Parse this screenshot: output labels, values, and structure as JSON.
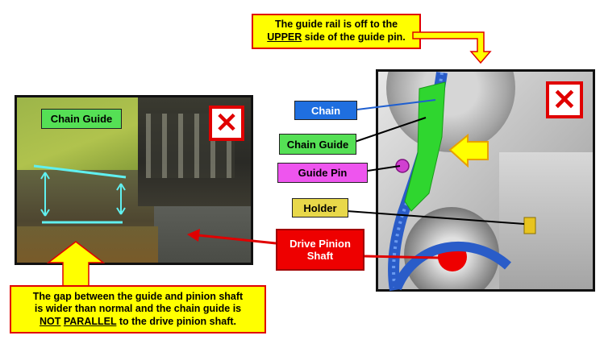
{
  "top_note": {
    "line1": "The guide rail is off to the",
    "line2_emph": "UPPER",
    "line2_rest": " side of the guide pin."
  },
  "bottom_note": {
    "line1": "The gap between the guide and pinion shaft",
    "line2": "is wider than normal and the chain guide is",
    "line3_emph1": "NOT",
    "line3_emph2": "PARALLEL",
    "line3_rest": " to the drive pinion shaft."
  },
  "labels": {
    "chain_guide_photo": "Chain Guide",
    "chain": "Chain",
    "chain_guide": "Chain Guide",
    "guide_pin": "Guide Pin",
    "holder": "Holder",
    "drive_pinion_line1": "Drive Pinion",
    "drive_pinion_line2": "Shaft"
  },
  "icons": {
    "wrong_mark": "x-icon"
  },
  "colors": {
    "callout_fill": "#ffff00",
    "callout_border": "#e00000",
    "chain_label": "#1f6fe0",
    "guide_label": "#55e055",
    "pin_label": "#ee55ee",
    "holder_label": "#e8d84a",
    "pinion_label": "#ee0000"
  }
}
